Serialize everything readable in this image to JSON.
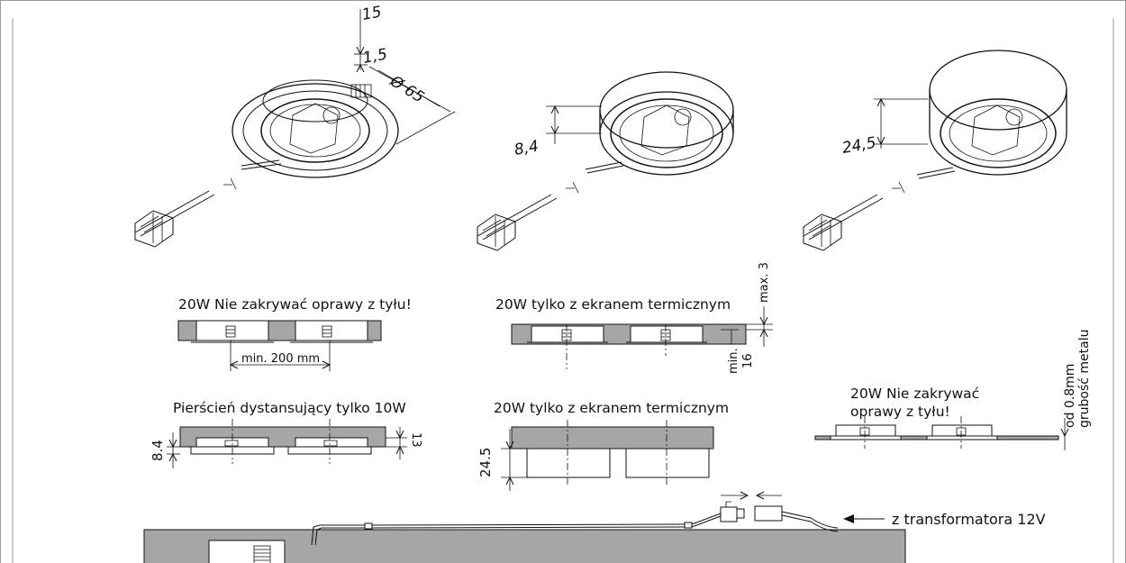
{
  "dimensions": {
    "d15": "15",
    "d15b": "1,5",
    "d65": "Ø 65",
    "d84i": "8,4",
    "d245i": "24,5",
    "min200": "min. 200 mm",
    "max3": "max. 3",
    "min16_a": "min.",
    "min16_b": "16",
    "d84": "8.4",
    "d13": "13",
    "d245": "24.5",
    "od08": "od 0.8mm",
    "grubosc": "grubość metalu"
  },
  "captions": {
    "c1": "20W Nie zakrywać oprawy z tyłu!",
    "c2": "20W tylko z ekranem termicznym",
    "c3": "Pierścień dystansujący tylko 10W",
    "c4": "20W tylko z ekranem termicznym",
    "c5a": "20W Nie zakrywać",
    "c5b": "oprawy z tyłu!",
    "transformer": "z transformatora 12V"
  },
  "colors": {
    "gray": "#a6a6a6",
    "line": "#111111"
  }
}
